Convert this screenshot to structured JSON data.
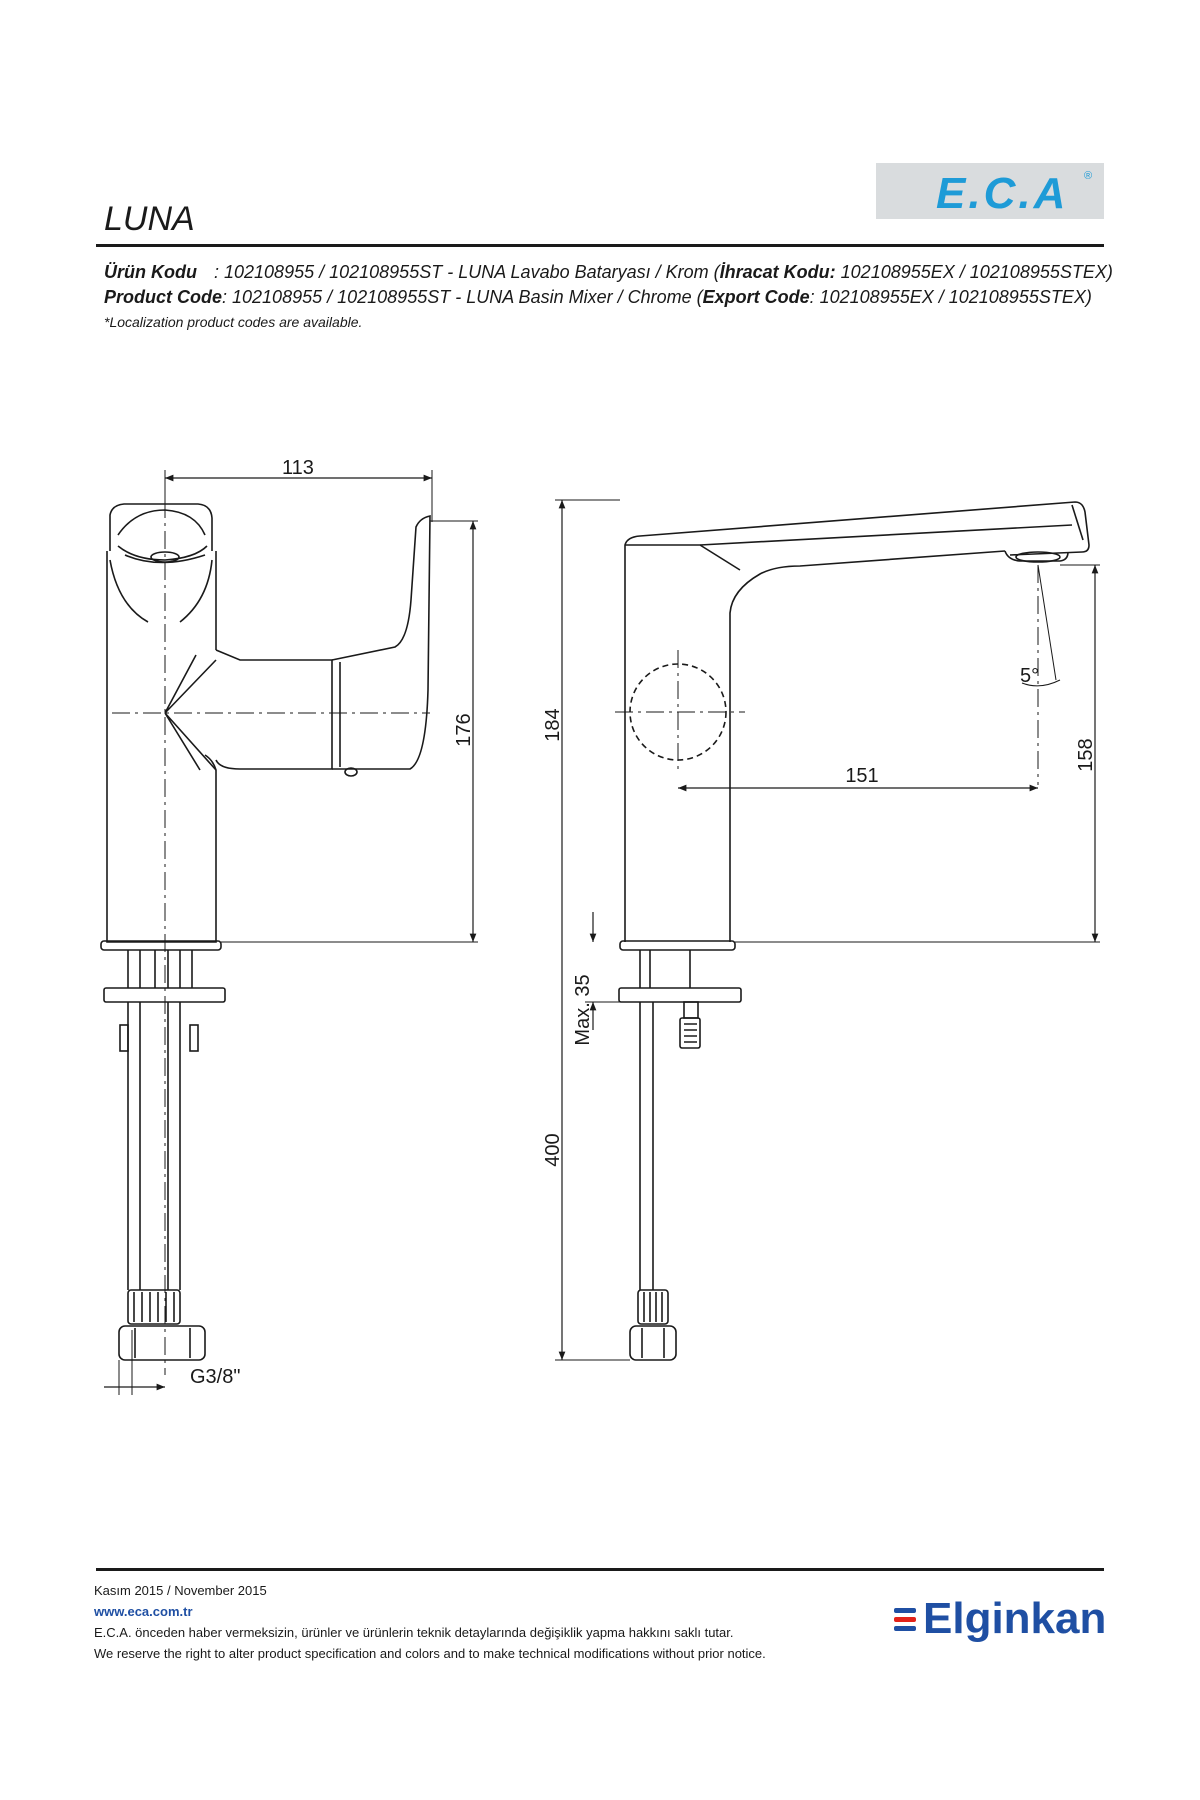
{
  "brand": {
    "logo_text": "E.C.A",
    "registered_mark": "®",
    "logo_color": "#1e9bd7",
    "logo_bg": "#d9dcde"
  },
  "header": {
    "title": "LUNA"
  },
  "codes": {
    "tr_label": "Ürün Kodu",
    "tr_text": ": 102108955 / 102108955ST - LUNA Lavabo Bataryası / Krom (",
    "tr_export_label": "İhracat Kodu:",
    "tr_export_text": " 102108955EX / 102108955STEX)",
    "en_label": "Product Code",
    "en_text": ": 102108955 / 102108955ST - LUNA Basin Mixer / Chrome (",
    "en_export_label": "Export Code",
    "en_export_text": ": 102108955EX / 102108955STEX)",
    "note": "*Localization product codes are available."
  },
  "dimensions": {
    "width_top": "113",
    "height_left": "176",
    "height_total": "184",
    "spout_reach": "151",
    "spout_height": "158",
    "angle": "5°",
    "max_thickness": "Max. 35",
    "hose_length": "400",
    "thread": "G3/8\""
  },
  "footer": {
    "date": "Kasım 2015 / November 2015",
    "website": "www.eca.com.tr",
    "disclaimer_tr": "E.C.A. önceden haber vermeksizin, ürünler ve ürünlerin teknik detaylarında değişiklik yapma hakkını saklı tutar.",
    "disclaimer_en": "We reserve the right to alter product specification and colors and to make technical modifications without prior notice.",
    "partner": "Elginkan",
    "partner_color": "#1f4fa3",
    "partner_bar_colors": [
      "#1f4fa3",
      "#e2231a",
      "#1f4fa3"
    ]
  }
}
